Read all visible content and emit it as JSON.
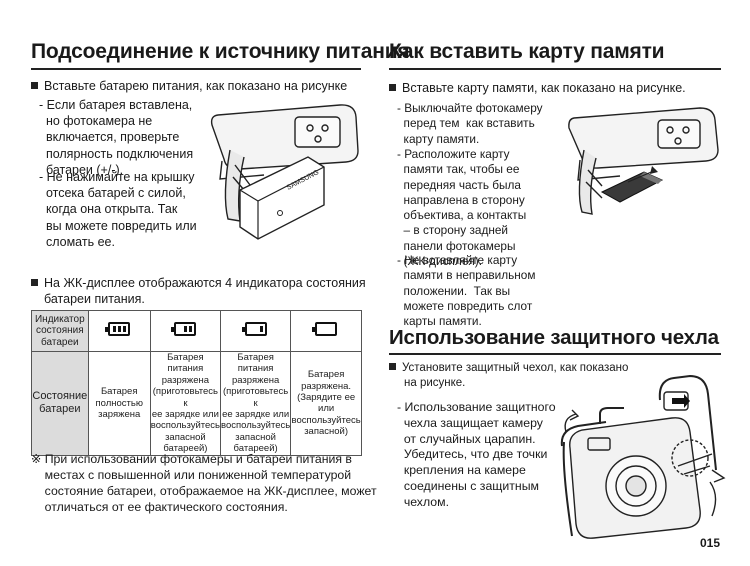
{
  "left": {
    "title": "Подсоединение к источнику питания",
    "bullet1": "Вставьте батарею питания, как показано на рисунке",
    "item1": [
      "- Если батарея вставлена,",
      "  но фотокамера не",
      "  включается, проверьте",
      "  полярность подключения",
      "  батареи (+/-)."
    ],
    "item2": [
      "- Не нажимайте на крышку",
      "  отсека батарей с силой,",
      "  когда она открыта. Так",
      "  вы можете повредить или",
      "  сломать ее."
    ],
    "bullet2_lines": [
      "На ЖК-дисплее отображаются 4 индикатора состояния",
      "батареи питания."
    ],
    "table": {
      "row1_header": "Индикатор\nсостояния\nбатареи",
      "row2_header": "Состояние\nбатареи",
      "levels": [
        3,
        2,
        1,
        0
      ],
      "states": [
        "Батарея\nполностью\nзаряжена",
        "Батарея питания\nразряжена\n(приготовьтесь к\nее зарядке или\nвоспользуйтесь\nзапасной\nбатареей)",
        "Батарея питания\nразряжена\n(приготовьтесь к\nее зарядке или\nвоспользуйтесь\nзапасной\nбатареей)",
        "Батарея\nразряжена.\n(Зарядите ее или\nвоспользуйтесь\nзапасной)"
      ]
    },
    "note": [
      "※ При использовании фотокамеры и батареи питания в",
      "    местах с повышенной или пониженной температурой",
      "    состояние батареи, отображаемое на ЖК-дисплее, может",
      "    отличаться от ее фактического состояния."
    ],
    "battery_brand": "SAMSUNG"
  },
  "right": {
    "title1": "Как вставить карту памяти",
    "bullet1": "Вставьте карту памяти, как показано на рисунке.",
    "item1": [
      "- Выключайте фотокамеру",
      "  перед тем  как вставить",
      "  карту памяти."
    ],
    "item2": [
      "- Расположите карту",
      "  памяти так, чтобы ее",
      "  передняя часть была",
      "  направлена в сторону",
      "  объектива, а контакты",
      "  – в сторону задней",
      "  панели фотокамеры",
      "  (ЖК-дисплея)."
    ],
    "item3": [
      "- Не вставляйте карту",
      "  памяти в неправильном",
      "  положении.  Так вы",
      "  можете повредить слот",
      "  карты памяти."
    ],
    "title2": "Использование защитного чехла",
    "bullet2_lines": [
      "Установите защитный чехол, как показано",
      "на рисунке."
    ],
    "item4": [
      "- Использование защитного",
      "  чехла защищает камеру",
      "  от случайных царапин.",
      "  Убедитесь, что две точки",
      "  крепления на камере",
      "  соединены с защитным",
      "  чехлом."
    ]
  },
  "page_number": "015"
}
